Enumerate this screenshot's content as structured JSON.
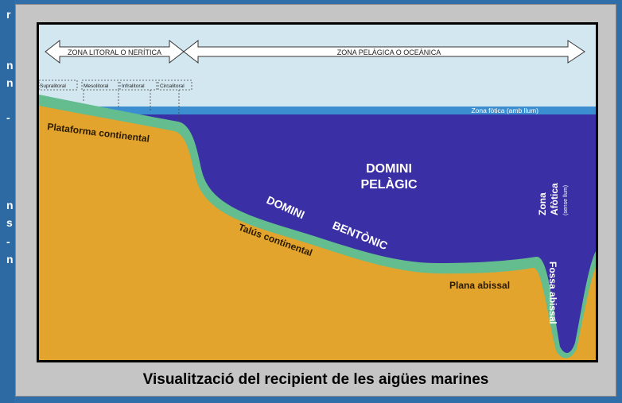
{
  "colors": {
    "page_bg": "#2f6ea8",
    "panel_bg": "#c5c5c5",
    "sky": "#d3e7f0",
    "photic_band": "#3b8fd0",
    "deep_water": "#3a2fa4",
    "seabed_rim": "#63bd8f",
    "sediment": "#e2a42c"
  },
  "left_strip_glyphs": [
    "r",
    "n",
    "n",
    "-",
    "n",
    "s",
    "-",
    "n"
  ],
  "diagram": {
    "zone_litoral": "ZONA LITORAL O NERÍTICA",
    "zone_pelagica": "ZONA PELÀGICA O OCEÀNICA",
    "sub_zones": [
      "Supralitoral",
      "Mesolitoral",
      "Infralitoral",
      "Circalitoral"
    ],
    "zona_fotica": "Zona fòtica (amb llum)",
    "plataforma": "Plataforma continental",
    "domini_pelagic_line1": "DOMINI",
    "domini_pelagic_line2": "PELÀGIC",
    "zona_afotica_line1": "Zona",
    "zona_afotica_line2": "Afòtica",
    "zona_afotica_line3": "(sense llum)",
    "domini_bentonic_word1": "DOMINI",
    "domini_bentonic_word2": "BENTÒNIC",
    "talus": "Talús continental",
    "plana": "Plana abissal",
    "fossa": "Fossa abissal"
  },
  "caption": "Visualització del recipient de les aigües marines"
}
